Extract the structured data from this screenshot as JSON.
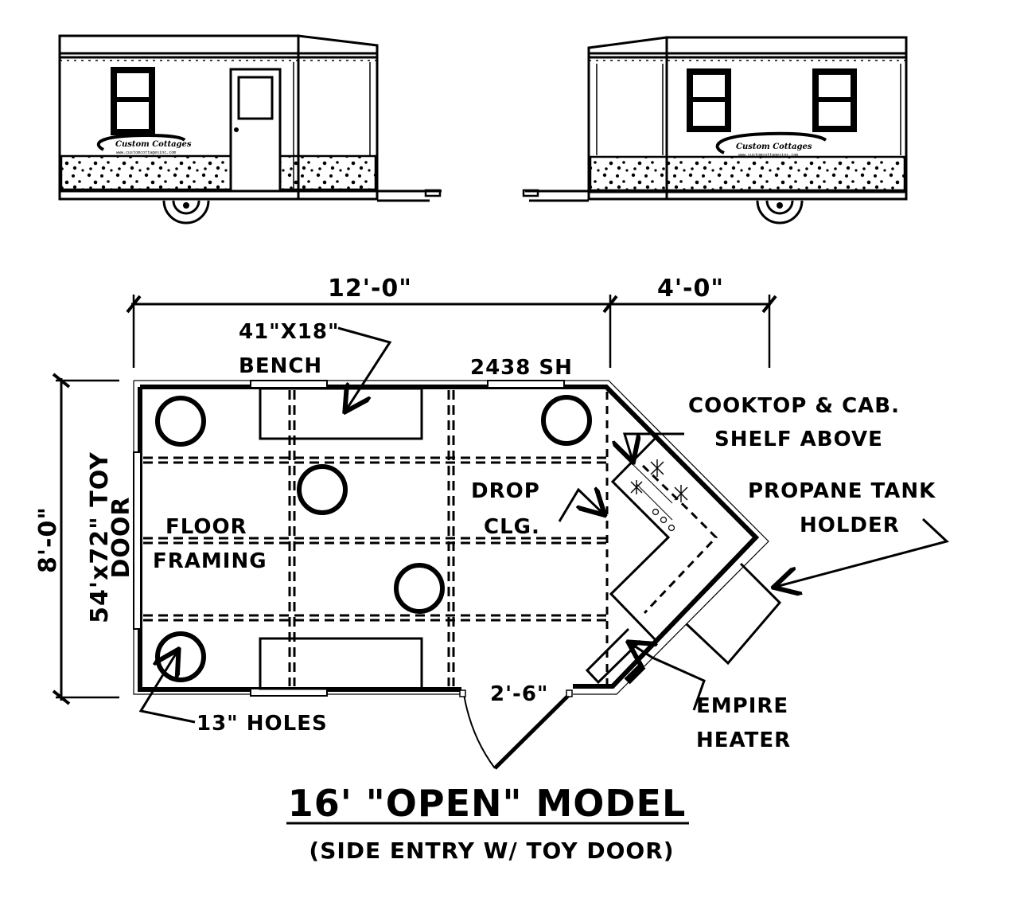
{
  "colors": {
    "ink": "#000000",
    "paper": "#ffffff"
  },
  "elevations": {
    "left": {
      "logo_text": "Custom Cottages",
      "logo_url": "www.customcottagesinc.com"
    },
    "right": {
      "logo_text": "Custom Cottages",
      "logo_url": "www.customcottagesinc.com"
    }
  },
  "dimensions": {
    "overall_main_length": "12'-0\"",
    "nose_length": "4'-0\"",
    "overall_width": "8'-0\"",
    "entry_door_width": "2'-6\""
  },
  "labels": {
    "bench_size": "41\"X18\"",
    "bench": "BENCH",
    "window": "2438 SH",
    "toy_door_size": "54'x72\" TOY",
    "toy_door": "DOOR",
    "floor_framing_1": "FLOOR",
    "floor_framing_2": "FRAMING",
    "drop_ceiling_1": "DROP",
    "drop_ceiling_2": "CLG.",
    "cooktop_1": "COOKTOP & CAB.",
    "cooktop_2": "SHELF ABOVE",
    "propane_1": "PROPANE TANK",
    "propane_2": "HOLDER",
    "heater_1": "EMPIRE",
    "heater_2": "HEATER",
    "holes": "13\" HOLES"
  },
  "title": {
    "main": "16' \"OPEN\" MODEL",
    "subtitle": "(SIDE ENTRY W/ TOY DOOR)"
  }
}
